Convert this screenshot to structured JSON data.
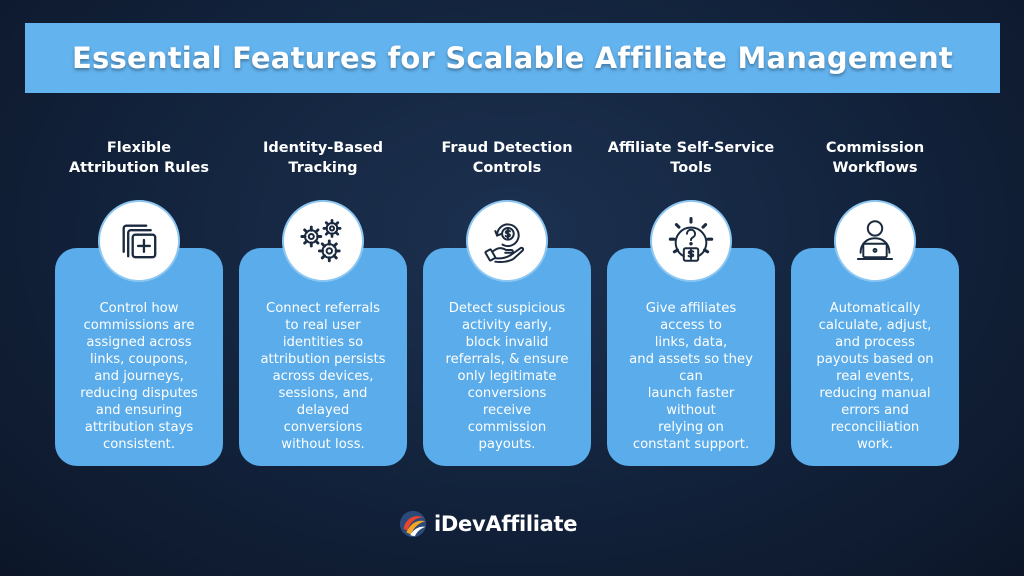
{
  "title": "Essential Features for Scalable Affiliate Management",
  "features": [
    {
      "title_lines": [
        "Flexible",
        "Attribution Rules"
      ],
      "icon": "add-square-icon",
      "description_lines": [
        "Control how",
        "commissions are",
        "assigned across",
        "links, coupons,",
        "and journeys,",
        "reducing disputes",
        "and ensuring",
        "attribution stays",
        "consistent."
      ]
    },
    {
      "title_lines": [
        "Identity-Based",
        "Tracking"
      ],
      "icon": "gears-icon",
      "description_lines": [
        "Connect referrals",
        "to real user",
        "identities so",
        "attribution persists",
        "across devices,",
        "sessions, and",
        "delayed",
        "conversions",
        "without loss."
      ]
    },
    {
      "title_lines": [
        "Fraud Detection",
        "Controls"
      ],
      "icon": "hand-coin-icon",
      "description_lines": [
        "Detect suspicious",
        "activity early,",
        "block invalid",
        "referrals, & ensure",
        "only legitimate",
        "conversions",
        "receive",
        "commission",
        "payouts."
      ]
    },
    {
      "title_lines": [
        "Affiliate Self-Service",
        "Tools"
      ],
      "icon": "gear-money-icon",
      "description_lines": [
        "Give affiliates",
        "access to",
        "links, data,",
        "and assets so they",
        "can",
        "launch faster",
        "without",
        "relying on",
        "constant support."
      ]
    },
    {
      "title_lines": [
        "Commission",
        "Workflows"
      ],
      "icon": "user-laptop-icon",
      "description_lines": [
        "Automatically",
        "calculate, adjust,",
        "and process",
        "payouts based on",
        "real events,",
        "reducing manual",
        "errors and",
        "reconciliation",
        "work."
      ]
    }
  ],
  "brand": {
    "name": "iDevAffiliate",
    "icon": "idev-logo-icon"
  },
  "colors": {
    "banner": "#63b3ef",
    "card": "#5aacea",
    "background": "#12223b",
    "icon_stroke": "#1b2a3f"
  }
}
